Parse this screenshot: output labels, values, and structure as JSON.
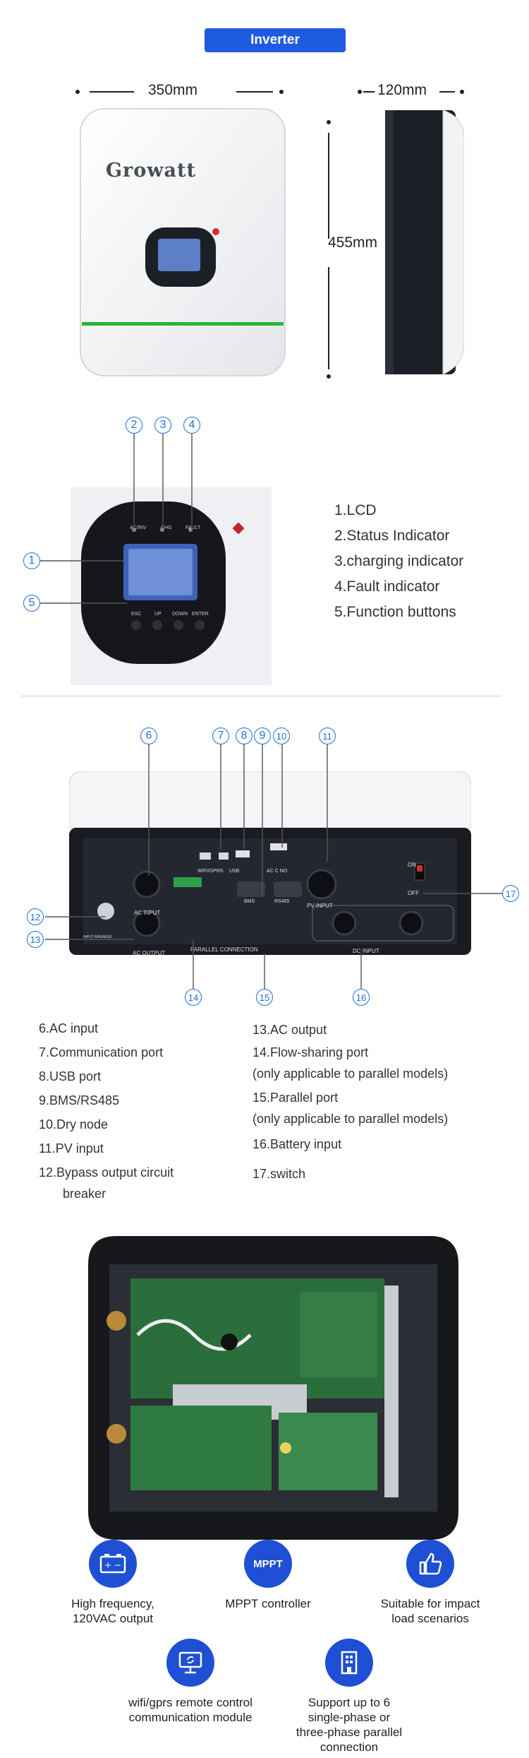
{
  "header": {
    "title": "Inverter"
  },
  "dimensions": {
    "width": "350mm",
    "depth": "120mm",
    "height": "455mm"
  },
  "brand": {
    "logo_text": "Growatt",
    "tagline": ""
  },
  "front_panel": {
    "callouts": [
      "2",
      "3",
      "4",
      "1",
      "5"
    ],
    "indicator_labels": [
      "AC/INV",
      "CHG",
      "FAULT"
    ],
    "button_labels": [
      "ESC",
      "UP",
      "DOWN",
      "ENTER"
    ],
    "legend": [
      "1.LCD",
      "2.Status Indicator",
      "3.charging indicator",
      "4.Fault indicator",
      "5.Function buttons"
    ]
  },
  "bottom_panel": {
    "callouts_top": [
      "6",
      "7",
      "8",
      "9",
      "10",
      "11"
    ],
    "callouts_left": [
      "12",
      "13"
    ],
    "callout_right": "17",
    "callouts_bottom": [
      "14",
      "15",
      "16"
    ],
    "port_labels": {
      "ac_input": "AC  INPUT",
      "ac_output": "AC  OUTPUT",
      "wifi": "WIFI/GPRS",
      "usb": "USB",
      "bms": "BMS",
      "rs485": "RS485",
      "dry": "AC  C  NO",
      "pv": "PV  INPUT",
      "dc": "DC  INPUT",
      "parallel": "PARALLEL  CONNECTION",
      "on": "ON",
      "off": "OFF",
      "breaker": "INPUT BREAKER"
    },
    "legend_left": [
      "6.AC input",
      "7.Communication port",
      "8.USB port",
      "9.BMS/RS485",
      "10.Dry node",
      "11.PV input",
      "12.Bypass output circuit",
      "breaker"
    ],
    "legend_right": [
      "13.AC output",
      "14.Flow-sharing port",
      "(only applicable to parallel models)",
      "15.Parallel port",
      "(only applicable to parallel models)",
      "16.Battery input",
      "17.switch"
    ]
  },
  "features": [
    {
      "icon": "battery-icon",
      "label_lines": [
        "High frequency,",
        "120VAC output"
      ]
    },
    {
      "icon": "mppt-icon",
      "icon_text": "MPPT",
      "label_lines": [
        "MPPT controller"
      ]
    },
    {
      "icon": "thumbs-up-icon",
      "label_lines": [
        "Suitable for impact",
        "load scenarios"
      ]
    },
    {
      "icon": "monitor-icon",
      "label_lines": [
        "wifi/gprs remote control",
        "communication module"
      ]
    },
    {
      "icon": "building-icon",
      "label_lines": [
        "Support up to 6",
        "single-phase or",
        "three-phase parallel",
        "connection"
      ]
    }
  ],
  "colors": {
    "accent": "#1f5be0",
    "callout": "#1e6fd6",
    "green_strip": "#27b53a",
    "case_dark": "#1d1f26"
  }
}
